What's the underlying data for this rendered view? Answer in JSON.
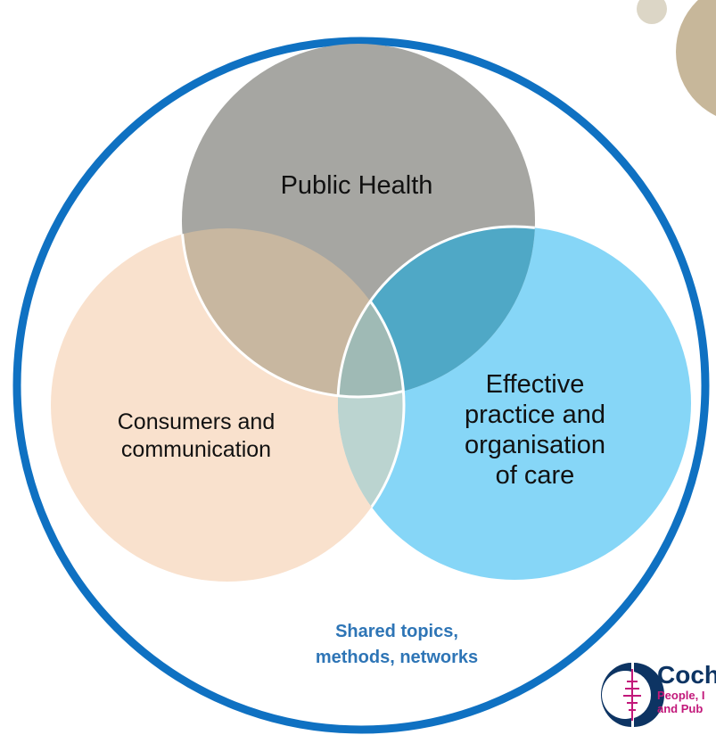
{
  "diagram": {
    "type": "venn",
    "sets": {
      "public_health": "Public Health",
      "consumers": [
        "Consumers and",
        "communication"
      ],
      "effective_practice": [
        "Effective",
        "practice and",
        "organisation",
        "of care"
      ]
    },
    "shared_caption": [
      "Shared topics,",
      "methods, networks"
    ],
    "colors": {
      "public_health": "#A6A6A2",
      "consumers": "#F9E1CD",
      "effective_practice": "#86D6F7",
      "outer_ring": "#0F71C2",
      "caption": "#2E75B6",
      "decor": "#C7B79A"
    }
  },
  "logo": {
    "name": "Coch",
    "tagline": [
      "People, I",
      "and Pub"
    ],
    "colors": {
      "name": "#0D3463",
      "tagline": "#C2187A"
    }
  }
}
